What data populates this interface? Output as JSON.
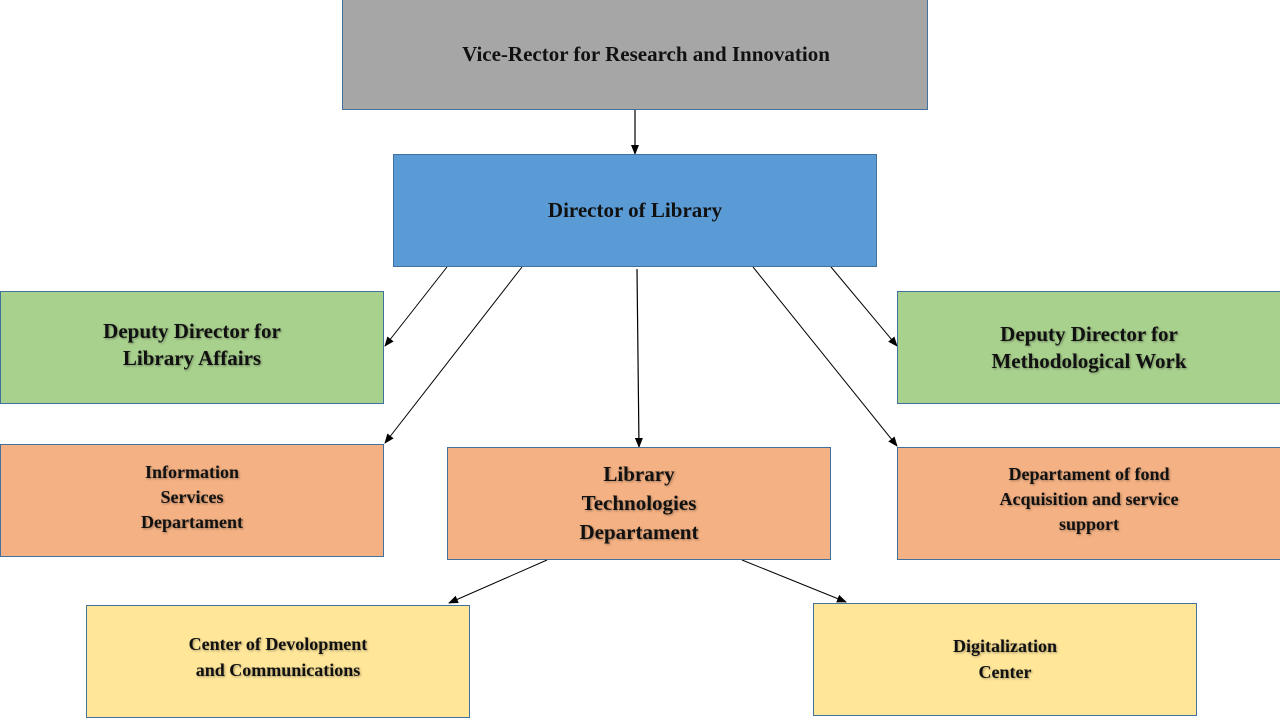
{
  "diagram": {
    "colors": {
      "top": "#a6a6a6",
      "director": "#5b9bd5",
      "deputy": "#a9d18e",
      "department": "#f4b183",
      "center": "#ffe699",
      "border": "#41719c",
      "arrow": "#000000"
    },
    "nodes": {
      "vice_rector": {
        "label": "Vice-Rector for Research and Innovation"
      },
      "director": {
        "label": "Director of Library"
      },
      "deputy_library_affairs": {
        "label": "Deputy Director for\nLibrary Affairs"
      },
      "deputy_methodological_work": {
        "label": "Deputy Director for\nMethodological Work"
      },
      "information_services": {
        "label": "Information\nServices\nDepartament"
      },
      "library_technologies": {
        "label": "Library\nTechnologies\nDepartament"
      },
      "fond_acquisition": {
        "label": "Departament of fond\nAcquisition and service\nsupport"
      },
      "development_communications": {
        "label": "Center of Devolopment\nand Communications"
      },
      "digitalization": {
        "label": "Digitalization\nCenter"
      }
    },
    "edges": [
      {
        "from": "vice_rector",
        "to": "director"
      },
      {
        "from": "director",
        "to": "deputy_library_affairs"
      },
      {
        "from": "director",
        "to": "information_services"
      },
      {
        "from": "director",
        "to": "library_technologies"
      },
      {
        "from": "director",
        "to": "fond_acquisition"
      },
      {
        "from": "director",
        "to": "deputy_methodological_work"
      },
      {
        "from": "library_technologies",
        "to": "development_communications"
      },
      {
        "from": "library_technologies",
        "to": "digitalization"
      }
    ]
  }
}
